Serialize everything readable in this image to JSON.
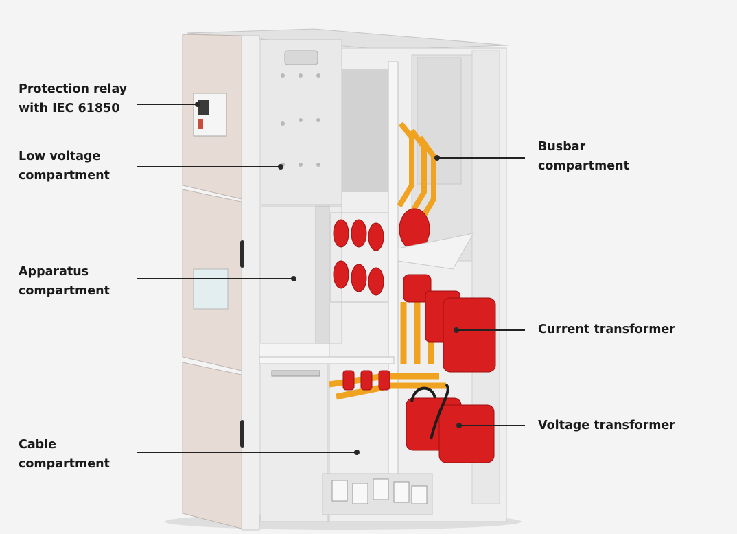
{
  "labels": {
    "protection_relay": [
      "Protection relay",
      "with IEC 61850"
    ],
    "low_voltage": [
      "Low voltage",
      "compartment"
    ],
    "apparatus": [
      "Apparatus",
      "compartment"
    ],
    "cable": [
      "Cable",
      "compartment"
    ],
    "busbar": [
      "Busbar",
      "compartment"
    ],
    "current_transformer": [
      "Current transformer"
    ],
    "voltage_transformer": [
      "Voltage transformer"
    ]
  },
  "colors": {
    "background": "#f4f4f4",
    "panel": "#e9e9e9",
    "panel_dark": "#d6d6d6",
    "door": "#e6dcd8",
    "frame": "#cfcfcf",
    "busbar": "#f0a321",
    "insulator_red": "#d81e1e",
    "leader": "#222222"
  }
}
